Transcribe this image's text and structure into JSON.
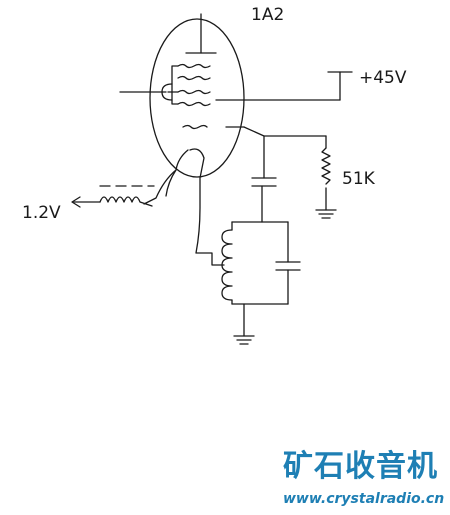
{
  "tube": {
    "designation": "1A2"
  },
  "supply": {
    "b_plus": "+45V",
    "filament": "1.2V"
  },
  "resistor": {
    "value": "51K"
  },
  "watermark": {
    "name_cn": "矿石收音机",
    "url": "www.crystalradio.cn",
    "color": "#1e7fb4"
  },
  "ink_color": "#1a1a1a"
}
